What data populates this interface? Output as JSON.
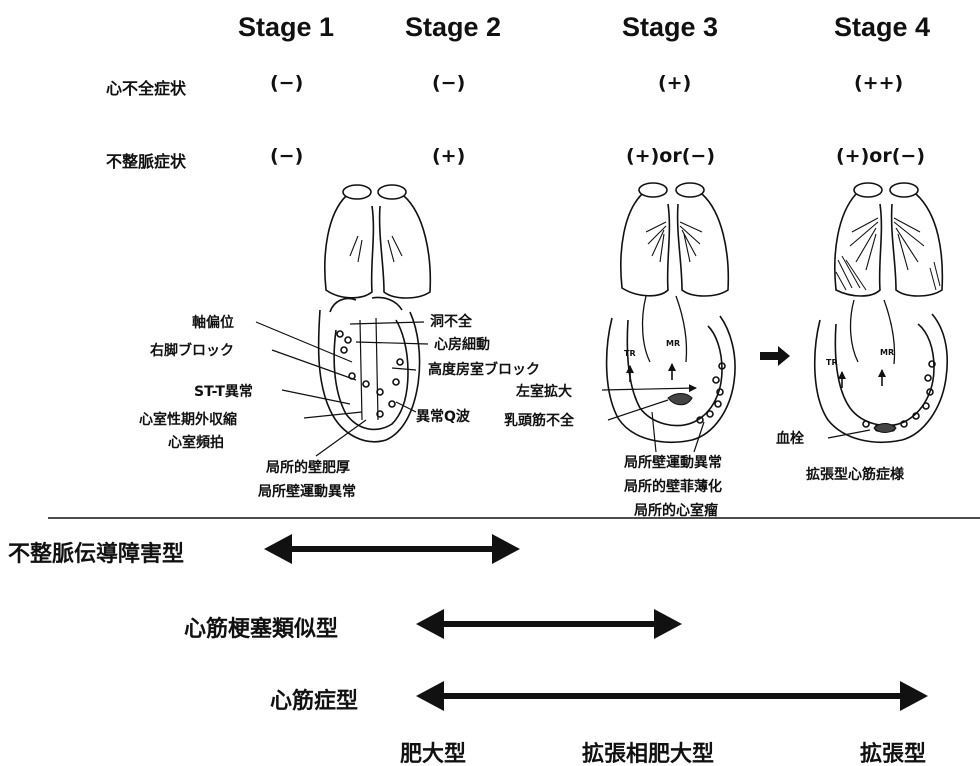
{
  "stages": [
    "Stage 1",
    "Stage 2",
    "Stage 3",
    "Stage 4"
  ],
  "rows": {
    "heart_failure": {
      "label": "心不全症状",
      "values": [
        "(−)",
        "(−)",
        "(+)",
        "(++)"
      ]
    },
    "arrhythmia": {
      "label": "不整脈症状",
      "values": [
        "(−)",
        "(+)",
        "(+)or(−)",
        "(+)or(−)"
      ]
    }
  },
  "stage1_findings": {
    "axis_deviation": "軸偏位",
    "rbbb": "右脚ブロック",
    "stt": "ST-T異常",
    "pvc": "心室性期外収縮",
    "vt": "心室頻拍",
    "sss": "洞不全",
    "af": "心房細動",
    "avb": "高度房室ブロック",
    "q_wave": "異常Q波",
    "local_hypertrophy": "局所的壁肥厚",
    "local_wall_motion": "局所壁運動異常"
  },
  "stage3_findings": {
    "lv_dilation": "左室拡大",
    "papillary": "乳頭筋不全",
    "wall_motion": "局所壁運動異常",
    "non_thinning": "局所的壁菲薄化",
    "aneurysm": "局所的心室瘤",
    "tr": "TR",
    "mr": "MR"
  },
  "stage4_findings": {
    "thrombus": "血栓",
    "dcm_like": "拡張型心筋症様",
    "tr": "TR",
    "mr": "MR"
  },
  "types": {
    "arrhythmia_conduction": "不整脈伝導障害型",
    "mi_like": "心筋梗塞類似型",
    "cardiomyopathy": "心筋症型"
  },
  "subtypes": {
    "hypertrophic": "肥大型",
    "dilated_hypertrophic": "拡張相肥大型",
    "dilated": "拡張型"
  }
}
